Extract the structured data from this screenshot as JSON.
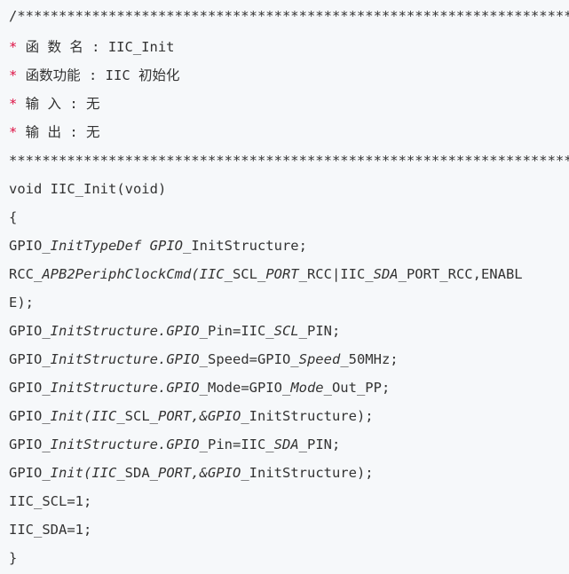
{
  "code": {
    "lines": [
      {
        "segments": [
          {
            "text": "/*******************************************************************************",
            "style": "plain"
          }
        ]
      },
      {
        "segments": [
          {
            "text": "* ",
            "style": "comment-star"
          },
          {
            "text": "函 数 名 : IIC_Init",
            "style": "plain"
          }
        ]
      },
      {
        "segments": [
          {
            "text": "* ",
            "style": "comment-star"
          },
          {
            "text": "函数功能 : IIC 初始化",
            "style": "plain"
          }
        ]
      },
      {
        "segments": [
          {
            "text": "* ",
            "style": "comment-star"
          },
          {
            "text": "输 入 : 无",
            "style": "plain"
          }
        ]
      },
      {
        "segments": [
          {
            "text": "* ",
            "style": "comment-star"
          },
          {
            "text": "输 出 : 无",
            "style": "plain"
          }
        ]
      },
      {
        "segments": [
          {
            "text": "********************************************************************************",
            "style": "plain"
          }
        ]
      },
      {
        "segments": [
          {
            "text": "void IIC_Init(void)",
            "style": "plain"
          }
        ]
      },
      {
        "segments": [
          {
            "text": "{",
            "style": "plain"
          }
        ]
      },
      {
        "segments": [
          {
            "text": "GPIO_",
            "style": "plain"
          },
          {
            "text": "InitTypeDef GPIO",
            "style": "italic"
          },
          {
            "text": "_InitStructure;",
            "style": "plain"
          }
        ]
      },
      {
        "segments": [
          {
            "text": "RCC_",
            "style": "plain"
          },
          {
            "text": "APB2PeriphClockCmd(IIC",
            "style": "italic"
          },
          {
            "text": "_SCL_",
            "style": "plain"
          },
          {
            "text": "PORT",
            "style": "italic"
          },
          {
            "text": "_RCC|IIC_",
            "style": "plain"
          },
          {
            "text": "SDA",
            "style": "italic"
          },
          {
            "text": "_PORT_RCC,ENABL",
            "style": "plain"
          }
        ]
      },
      {
        "segments": [
          {
            "text": "E);",
            "style": "plain"
          }
        ]
      },
      {
        "segments": [
          {
            "text": "GPIO_",
            "style": "plain"
          },
          {
            "text": "InitStructure.GPIO",
            "style": "italic"
          },
          {
            "text": "_Pin=IIC_",
            "style": "plain"
          },
          {
            "text": "SCL",
            "style": "italic"
          },
          {
            "text": "_PIN;",
            "style": "plain"
          }
        ]
      },
      {
        "segments": [
          {
            "text": "GPIO_",
            "style": "plain"
          },
          {
            "text": "InitStructure.GPIO",
            "style": "italic"
          },
          {
            "text": "_Speed=GPIO_",
            "style": "plain"
          },
          {
            "text": "Speed",
            "style": "italic"
          },
          {
            "text": "_50MHz;",
            "style": "plain"
          }
        ]
      },
      {
        "segments": [
          {
            "text": "GPIO_",
            "style": "plain"
          },
          {
            "text": "InitStructure.GPIO",
            "style": "italic"
          },
          {
            "text": "_Mode=GPIO_",
            "style": "plain"
          },
          {
            "text": "Mode",
            "style": "italic"
          },
          {
            "text": "_Out_PP;",
            "style": "plain"
          }
        ]
      },
      {
        "segments": [
          {
            "text": "GPIO_",
            "style": "plain"
          },
          {
            "text": "Init(IIC",
            "style": "italic"
          },
          {
            "text": "_SCL_",
            "style": "plain"
          },
          {
            "text": "PORT,&GPIO",
            "style": "italic"
          },
          {
            "text": "_InitStructure);",
            "style": "plain"
          }
        ]
      },
      {
        "segments": [
          {
            "text": "GPIO_",
            "style": "plain"
          },
          {
            "text": "InitStructure.GPIO",
            "style": "italic"
          },
          {
            "text": "_Pin=IIC_",
            "style": "plain"
          },
          {
            "text": "SDA",
            "style": "italic"
          },
          {
            "text": "_PIN;",
            "style": "plain"
          }
        ]
      },
      {
        "segments": [
          {
            "text": "GPIO_",
            "style": "plain"
          },
          {
            "text": "Init(IIC",
            "style": "italic"
          },
          {
            "text": "_SDA_",
            "style": "plain"
          },
          {
            "text": "PORT,&GPIO",
            "style": "italic"
          },
          {
            "text": "_InitStructure);",
            "style": "plain"
          }
        ]
      },
      {
        "segments": [
          {
            "text": "IIC_SCL=1;",
            "style": "plain"
          }
        ]
      },
      {
        "segments": [
          {
            "text": "IIC_SDA=1;",
            "style": "plain"
          }
        ]
      },
      {
        "segments": [
          {
            "text": "}",
            "style": "plain"
          }
        ]
      }
    ]
  },
  "colors": {
    "background": "#f6f8fa",
    "text": "#333333",
    "comment_star": "#dd1144"
  }
}
